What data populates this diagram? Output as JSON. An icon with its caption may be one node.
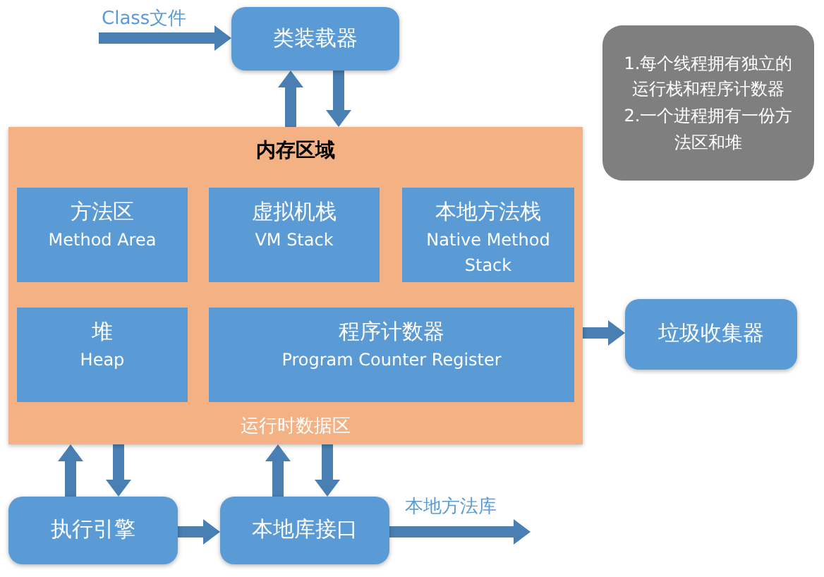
{
  "diagram": {
    "nodes": [
      {
        "text": [
          "类装载器"
        ]
      },
      {
        "text": [
          "内存区域",
          "运行时数据区"
        ]
      },
      {
        "text": [
          "方法区",
          "Method Area"
        ],
        "in": 1
      },
      {
        "text": [
          "虚拟机栈",
          "VM Stack"
        ],
        "in": 1
      },
      {
        "text": [
          "本地方法栈",
          "Native Method Stack"
        ],
        "in": 1
      },
      {
        "text": [
          "堆",
          "Heap"
        ],
        "in": 1
      },
      {
        "text": [
          "程序计数器",
          "Program Counter Register"
        ],
        "in": 1
      },
      {
        "text": [
          "垃圾收集器"
        ]
      },
      {
        "text": [
          "1.每个线程拥有独立的运行栈和程序计数器",
          "2.一个进程拥有一份方法区和堆"
        ]
      },
      {
        "text": [
          "执行引擎"
        ]
      },
      {
        "text": [
          "本地库接口"
        ]
      }
    ],
    "edges": [
      {
        "from": null,
        "to": 0,
        "arrow": "to",
        "label": "Class文件"
      },
      {
        "from": 1,
        "to": 0,
        "arrow": "to"
      },
      {
        "from": 0,
        "to": 1,
        "arrow": "to"
      },
      {
        "from": 1,
        "to": 7,
        "arrow": "to"
      },
      {
        "from": 9,
        "to": 1,
        "arrow": "to"
      },
      {
        "from": 1,
        "to": 9,
        "arrow": "to"
      },
      {
        "from": 10,
        "to": 1,
        "arrow": "to"
      },
      {
        "from": 1,
        "to": 10,
        "arrow": "to"
      },
      {
        "from": 9,
        "to": 10,
        "arrow": "to"
      },
      {
        "from": 10,
        "to": null,
        "arrow": "to",
        "label": "本地方法库"
      }
    ]
  }
}
